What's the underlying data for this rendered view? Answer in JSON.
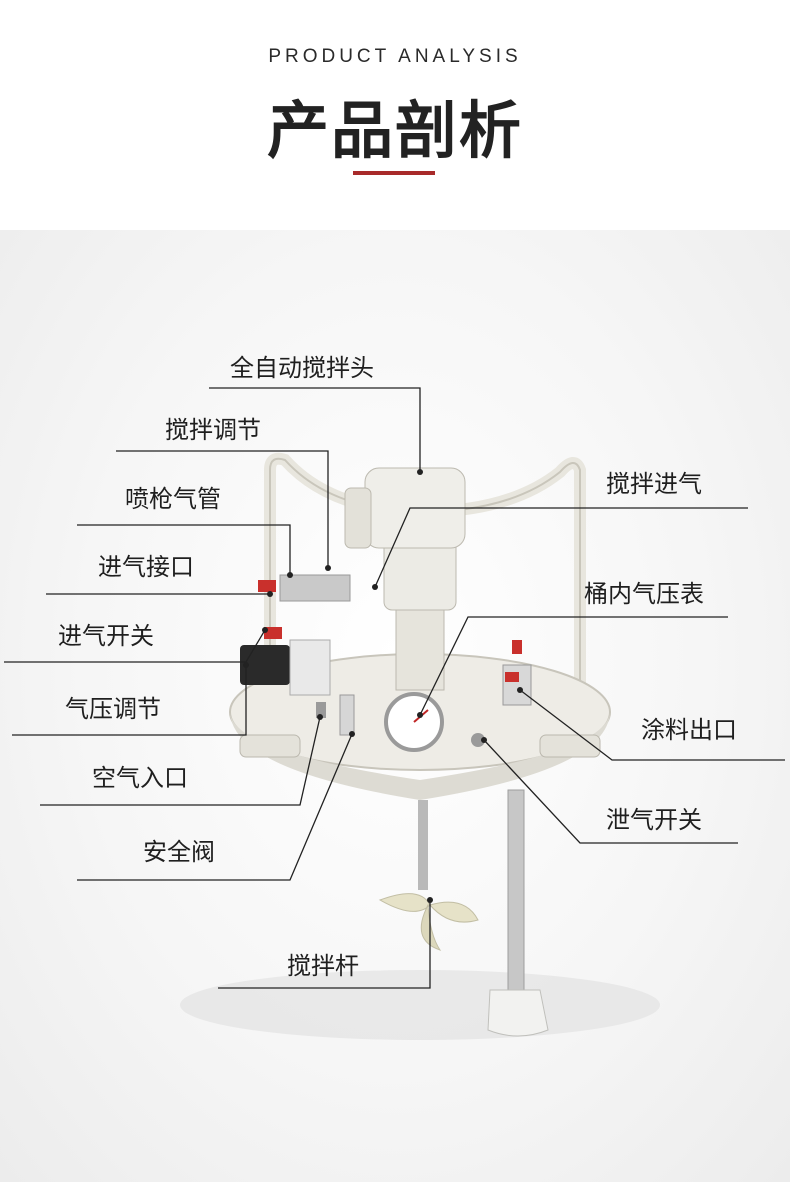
{
  "header": {
    "eyebrow": "PRODUCT ANALYSIS",
    "title": "产品剖析",
    "accent_color": "#a82a2a"
  },
  "labels": {
    "auto_mixer_head": "全自动搅拌头",
    "mixer_adjust": "搅拌调节",
    "gun_air_hose": "喷枪气管",
    "air_inlet_joint": "进气接口",
    "air_inlet_switch": "进气开关",
    "pressure_regulator": "气压调节",
    "air_intake": "空气入口",
    "safety_valve": "安全阀",
    "mixer_rod": "搅拌杆",
    "mixer_air_inlet": "搅拌进气",
    "tank_pressure_gauge": "桶内气压表",
    "paint_outlet": "涂料出口",
    "vent_switch": "泄气开关"
  }
}
